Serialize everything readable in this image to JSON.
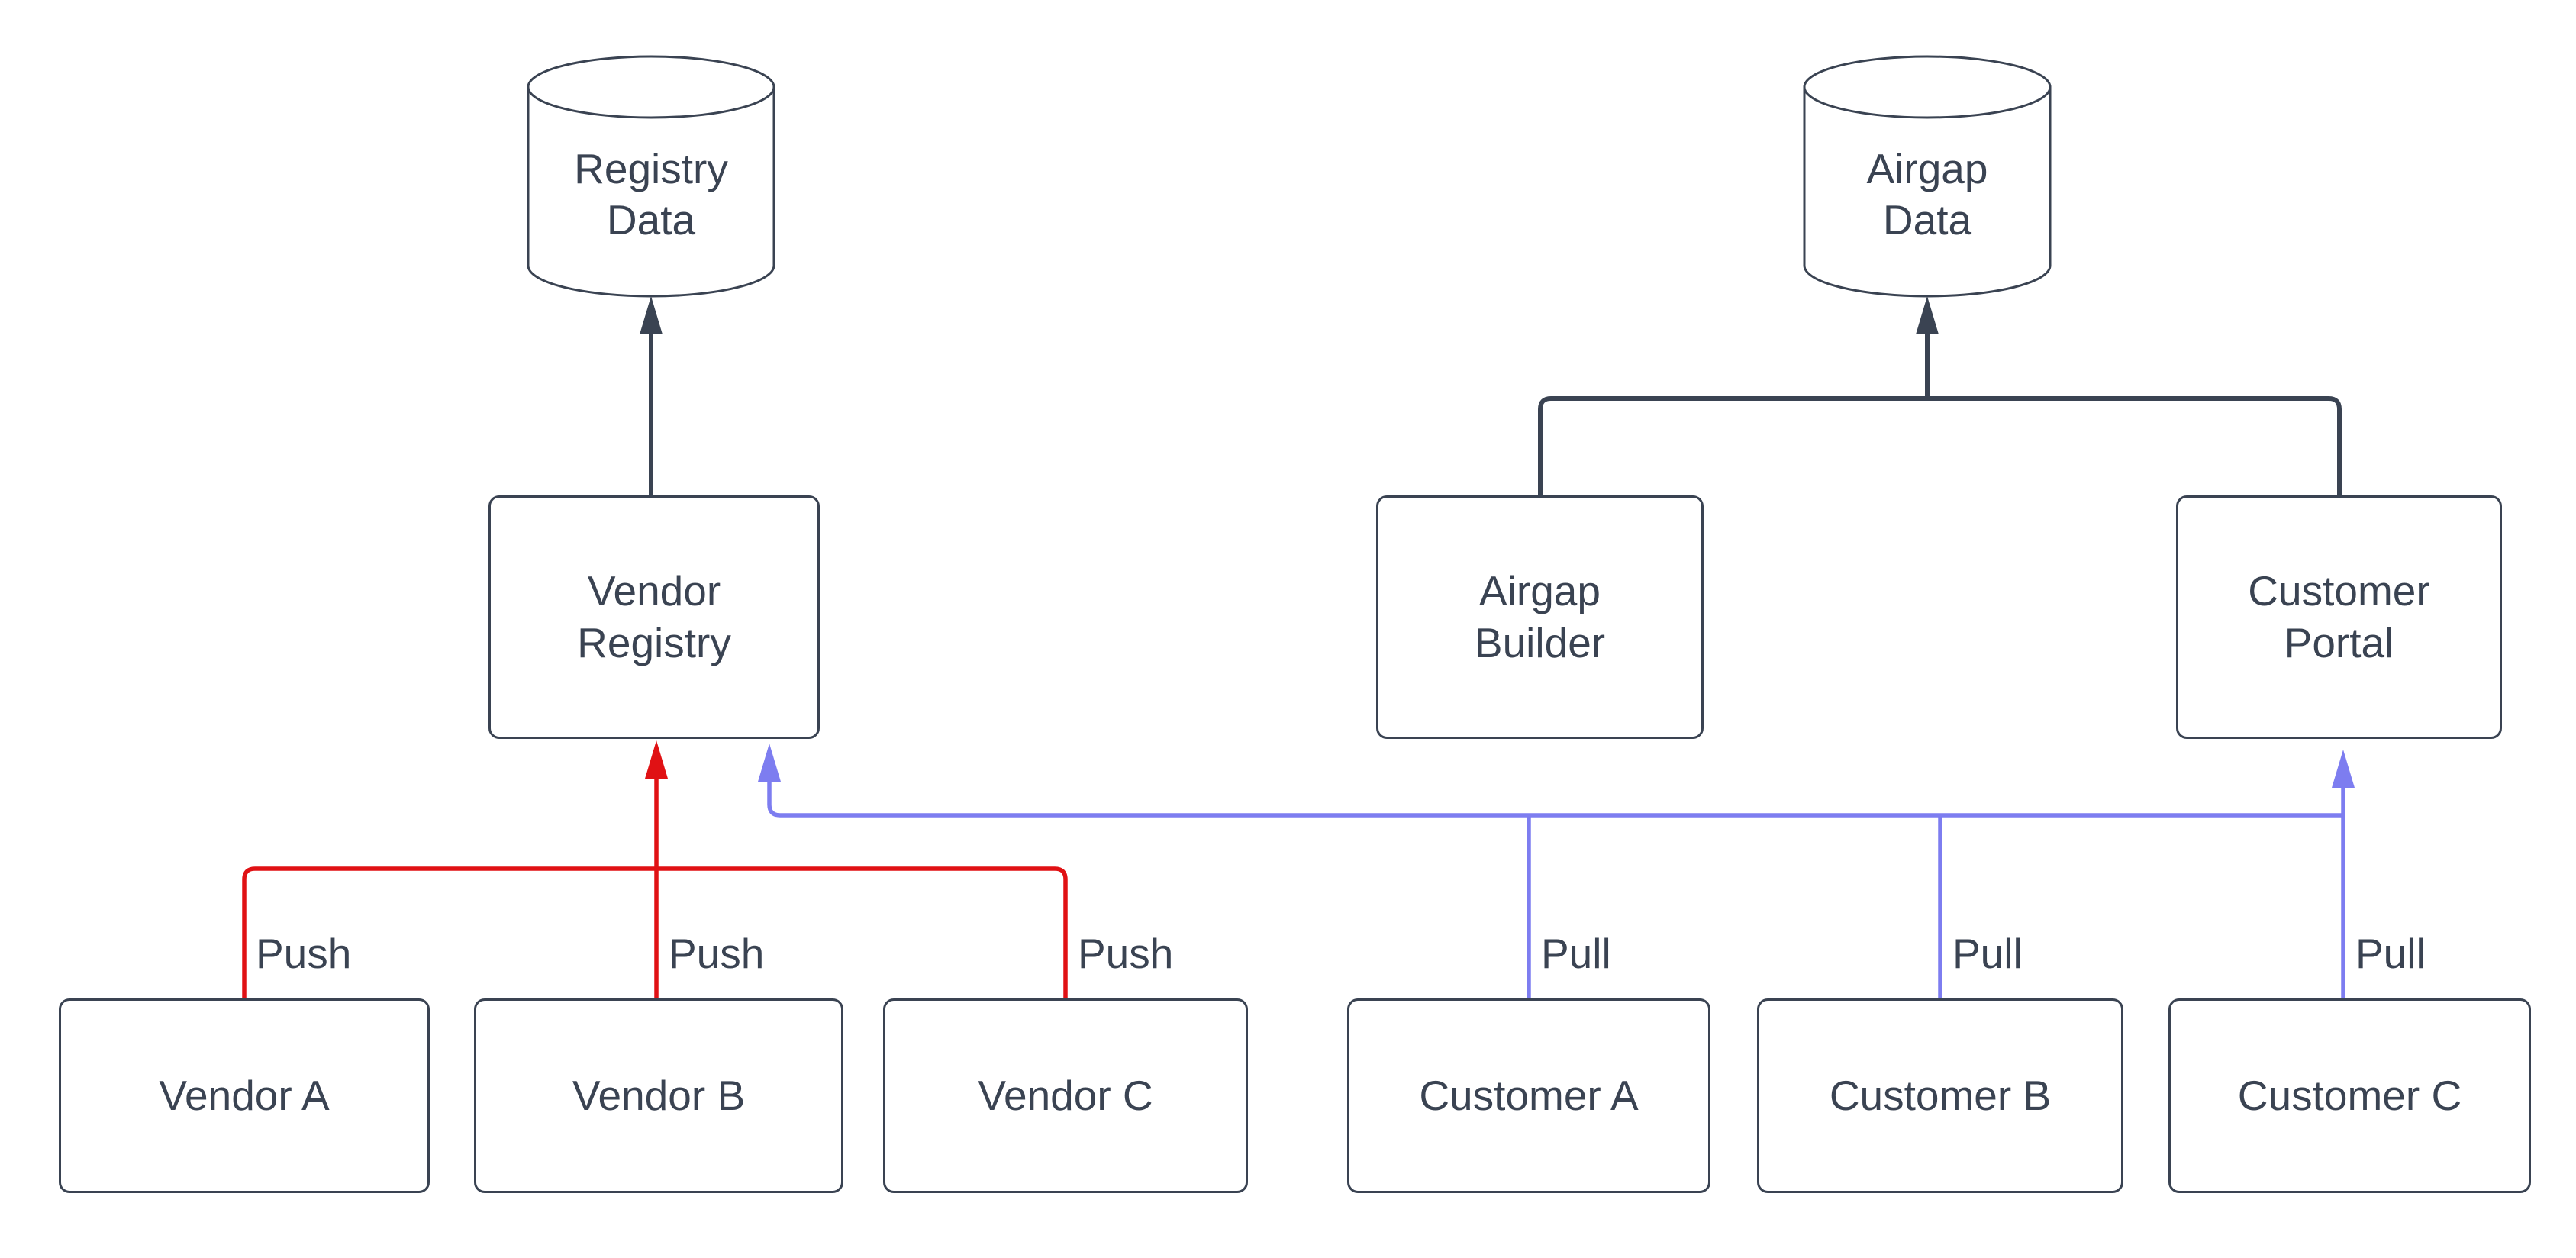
{
  "colors": {
    "background": "#ffffff",
    "node_fill": "#ffffff",
    "dark": "#3a4352",
    "red": "#e01114",
    "blue": "#7d7df0",
    "text": "#3a4352"
  },
  "nodes": {
    "registry_data": {
      "label": "Registry Data",
      "type": "database"
    },
    "airgap_data": {
      "label": "Airgap Data",
      "type": "database"
    },
    "vendor_registry": {
      "label": "Vendor Registry",
      "type": "box"
    },
    "airgap_builder": {
      "label": "Airgap Builder",
      "type": "box"
    },
    "customer_portal": {
      "label": "Customer Portal",
      "type": "box"
    },
    "vendor_a": {
      "label": "Vendor A",
      "type": "box"
    },
    "vendor_b": {
      "label": "Vendor B",
      "type": "box"
    },
    "vendor_c": {
      "label": "Vendor C",
      "type": "box"
    },
    "customer_a": {
      "label": "Customer A",
      "type": "box"
    },
    "customer_b": {
      "label": "Customer B",
      "type": "box"
    },
    "customer_c": {
      "label": "Customer C",
      "type": "box"
    }
  },
  "edges": [
    {
      "from": "vendor_a",
      "to": "vendor_registry",
      "label": "Push",
      "color": "#e01114"
    },
    {
      "from": "vendor_b",
      "to": "vendor_registry",
      "label": "Push",
      "color": "#e01114"
    },
    {
      "from": "vendor_c",
      "to": "vendor_registry",
      "label": "Push",
      "color": "#e01114"
    },
    {
      "from": "customer_a",
      "to": "vendor_registry",
      "label": "Pull",
      "color": "#7d7df0"
    },
    {
      "from": "customer_b",
      "to": "vendor_registry",
      "label": "Pull",
      "color": "#7d7df0"
    },
    {
      "from": "customer_c",
      "to": "customer_portal",
      "label": "Pull",
      "color": "#7d7df0"
    },
    {
      "from": "vendor_registry",
      "to": "registry_data",
      "label": "",
      "color": "#3a4352"
    },
    {
      "from": "airgap_builder",
      "to": "airgap_data",
      "label": "",
      "color": "#3a4352"
    },
    {
      "from": "customer_portal",
      "to": "airgap_data",
      "label": "",
      "color": "#3a4352"
    }
  ]
}
